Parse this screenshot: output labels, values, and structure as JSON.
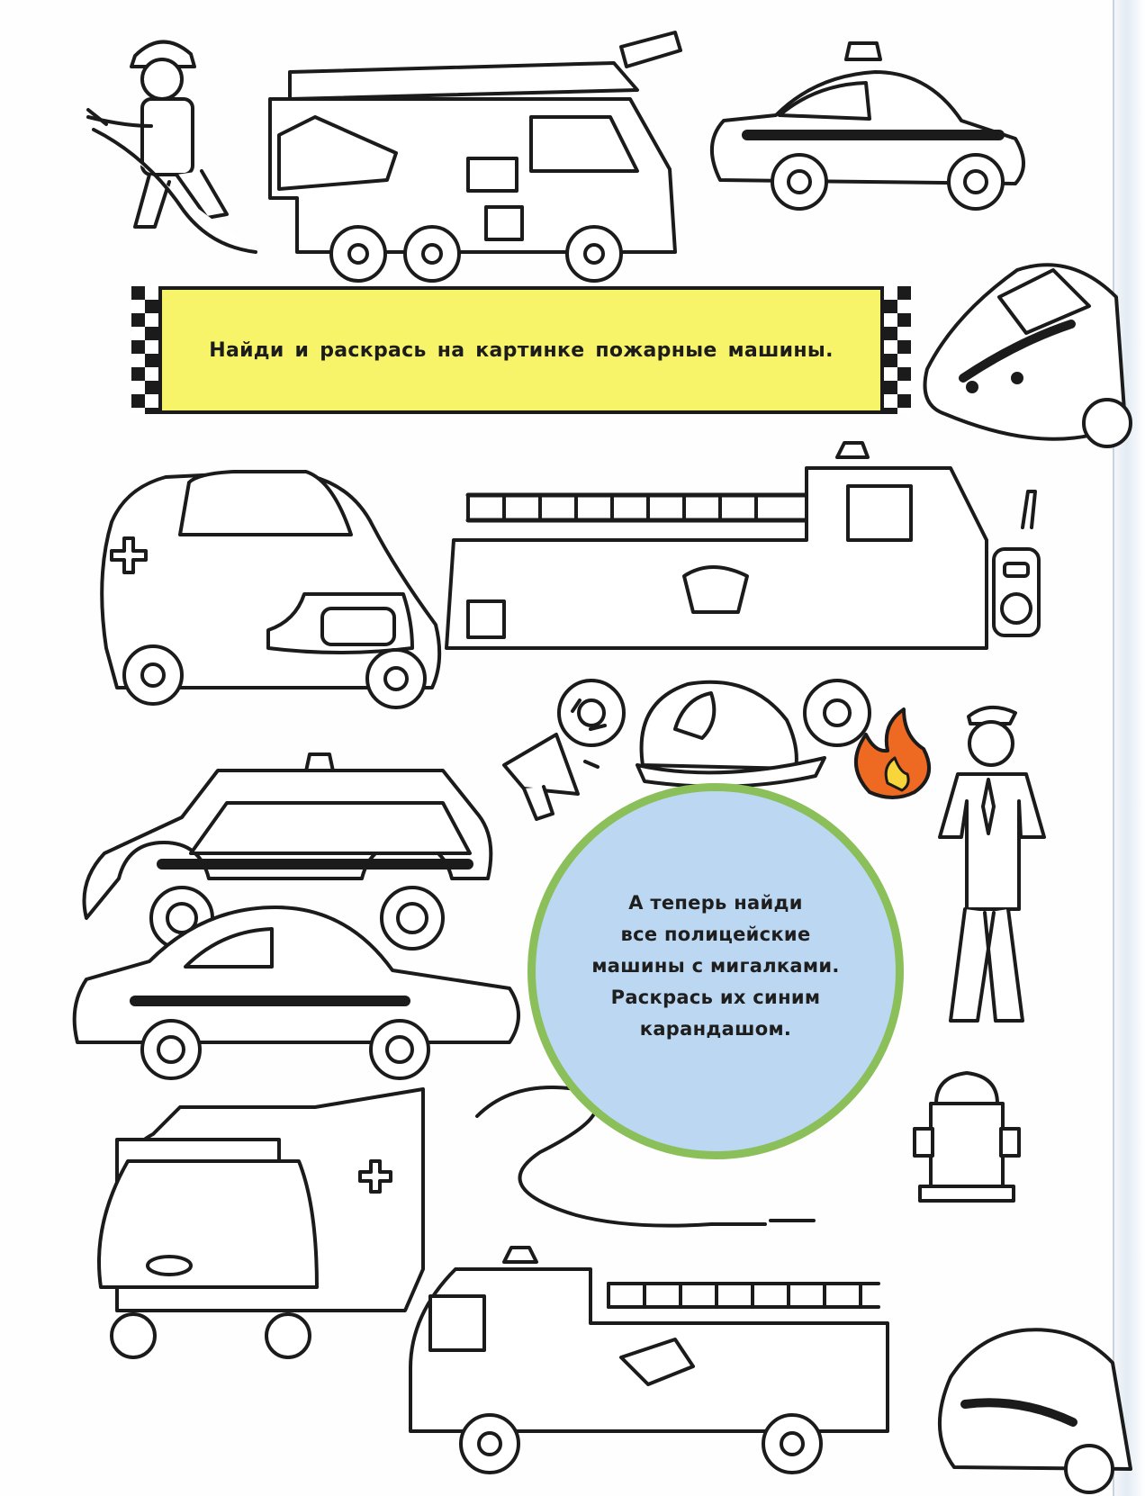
{
  "page": {
    "instruction_banner": "Найди и раскрась на картинке пожарные машины.",
    "task_circle": [
      "А теперь найди",
      "все полицейские",
      "машины с мигалками.",
      "Раскрась их синим",
      "карандашом."
    ]
  },
  "colors": {
    "banner_yellow": "#f7f46a",
    "circle_blue": "#bcd7f1",
    "circle_ring_green": "#8bbf5a",
    "flame_orange": "#ee6a22",
    "ink": "#1b1b1b"
  },
  "icons": [
    "firefighter-icon",
    "ladder-fire-truck-icon",
    "police-car-icon",
    "smiling-police-car-icon",
    "ambulance-van-icon",
    "fire-engine-icon",
    "walkie-talkie-icon",
    "megaphone-icon",
    "fire-helmet-icon",
    "flame-icon",
    "police-officer-icon",
    "police-suv-icon",
    "sedan-car-icon",
    "ambulance-truck-icon",
    "fire-hose-icon",
    "fire-hydrant-icon"
  ]
}
